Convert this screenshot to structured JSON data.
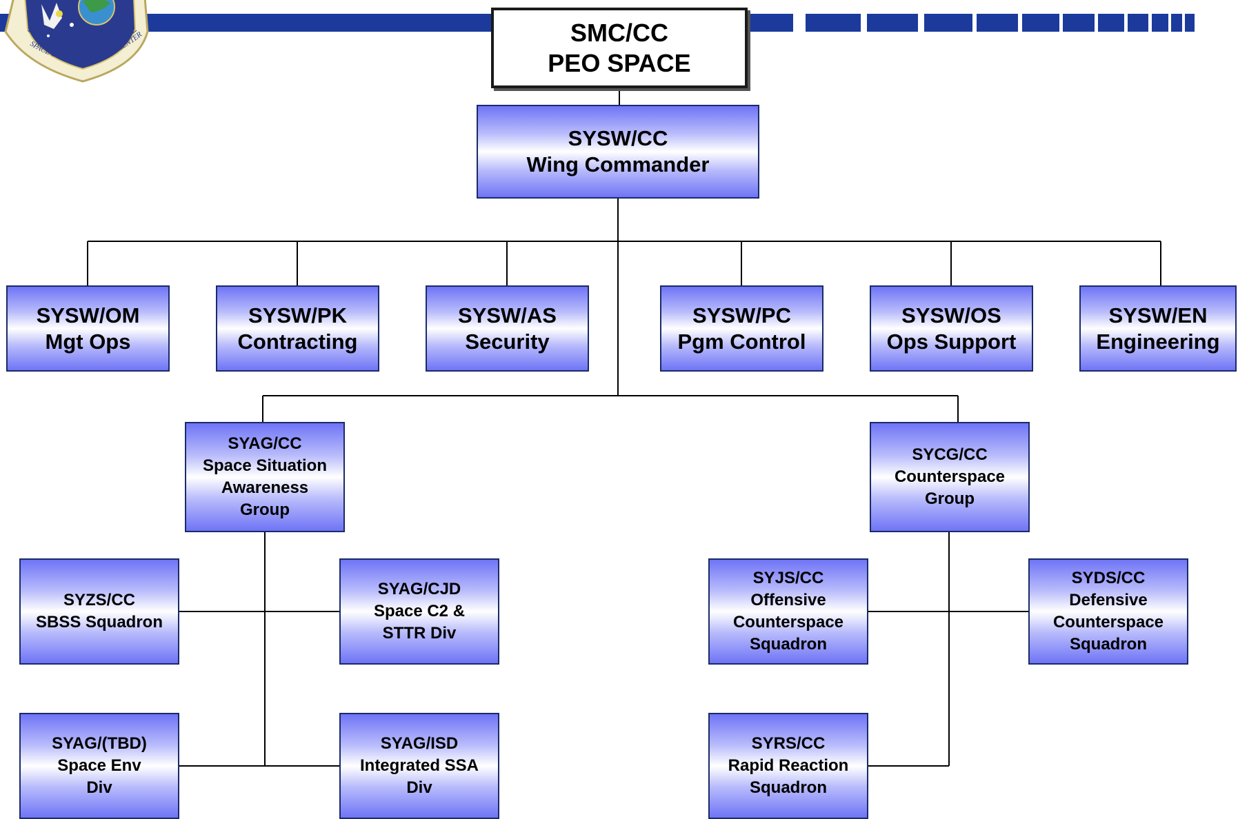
{
  "header": {
    "logo_text": "SPACE & MISSILE SYSTEMS CENTER",
    "bar_color": "#1c3a9c"
  },
  "top": {
    "line1": "SMC/CC",
    "line2": "PEO SPACE"
  },
  "wing": {
    "line1": "SYSW/CC",
    "line2": "Wing Commander"
  },
  "staff": [
    {
      "code": "SYSW/OM",
      "name": "Mgt Ops"
    },
    {
      "code": "SYSW/PK",
      "name": "Contracting"
    },
    {
      "code": "SYSW/AS",
      "name": "Security"
    },
    {
      "code": "SYSW/PC",
      "name": "Pgm Control"
    },
    {
      "code": "SYSW/OS",
      "name": "Ops Support"
    },
    {
      "code": "SYSW/EN",
      "name": "Engineering"
    }
  ],
  "groups": {
    "syag": {
      "lines": [
        "SYAG/CC",
        "Space Situation",
        "Awareness",
        "Group"
      ]
    },
    "sycg": {
      "lines": [
        "SYCG/CC",
        "Counterspace",
        "Group"
      ]
    }
  },
  "units": {
    "syzs": {
      "lines": [
        "SYZS/CC",
        "SBSS Squadron"
      ]
    },
    "syag_cjd": {
      "lines": [
        "SYAG/CJD",
        "Space C2 &",
        "STTR Div"
      ]
    },
    "syag_tbd": {
      "lines": [
        "SYAG/(TBD)",
        "Space Env",
        "Div"
      ]
    },
    "syag_isd": {
      "lines": [
        "SYAG/ISD",
        "Integrated SSA",
        "Div"
      ]
    },
    "syjs": {
      "lines": [
        "SYJS/CC",
        "Offensive",
        "Counterspace",
        "Squadron"
      ]
    },
    "syds": {
      "lines": [
        "SYDS/CC",
        "Defensive",
        "Counterspace",
        "Squadron"
      ]
    },
    "syrs": {
      "lines": [
        "SYRS/CC",
        "Rapid Reaction",
        "Squadron"
      ]
    }
  }
}
